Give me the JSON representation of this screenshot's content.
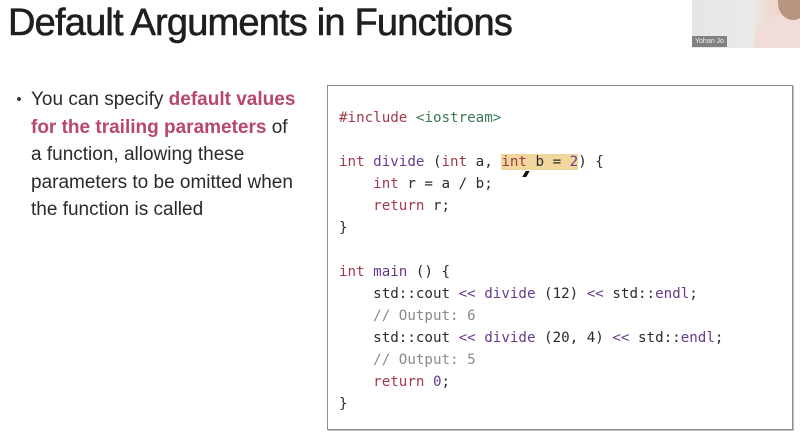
{
  "slide": {
    "title": "Default Arguments in Functions"
  },
  "webcam": {
    "participant_name": "Yohan Jo"
  },
  "bullet": {
    "marker": "•",
    "text_before": "You can specify ",
    "highlight": "default values for the trailing parameters",
    "text_after": " of a function, allowing these parameters to be omitted when the function is called"
  },
  "code": {
    "lines": [
      {
        "parts": [
          {
            "t": "#include",
            "c": "kw"
          },
          {
            "t": " "
          },
          {
            "t": "<iostream>",
            "c": "str"
          }
        ]
      },
      {
        "parts": [
          {
            "t": ""
          }
        ]
      },
      {
        "parts": [
          {
            "t": "int",
            "c": "kw"
          },
          {
            "t": " "
          },
          {
            "t": "divide",
            "c": "fn"
          },
          {
            "t": " ("
          },
          {
            "t": "int",
            "c": "kw"
          },
          {
            "t": " a, "
          },
          {
            "t": "int",
            "c": "kw",
            "mark": true
          },
          {
            "t": " b ",
            "mark": true,
            "cursor": true
          },
          {
            "t": "=",
            "mark": true
          },
          {
            "t": " ",
            "mark": true
          },
          {
            "t": "2",
            "c": "num",
            "mark": true
          },
          {
            "t": ") {"
          }
        ]
      },
      {
        "parts": [
          {
            "t": "    "
          },
          {
            "t": "int",
            "c": "kw"
          },
          {
            "t": " r = a / b;"
          }
        ]
      },
      {
        "parts": [
          {
            "t": "    "
          },
          {
            "t": "return",
            "c": "kw"
          },
          {
            "t": " r;"
          }
        ]
      },
      {
        "parts": [
          {
            "t": "}"
          }
        ]
      },
      {
        "parts": [
          {
            "t": ""
          }
        ]
      },
      {
        "parts": [
          {
            "t": "int",
            "c": "kw"
          },
          {
            "t": " "
          },
          {
            "t": "main",
            "c": "fn"
          },
          {
            "t": " () {"
          }
        ]
      },
      {
        "parts": [
          {
            "t": "    std::cout "
          },
          {
            "t": "<<",
            "c": "fn"
          },
          {
            "t": " "
          },
          {
            "t": "divide",
            "c": "fn"
          },
          {
            "t": " (12) "
          },
          {
            "t": "<<",
            "c": "fn"
          },
          {
            "t": " std::"
          },
          {
            "t": "endl",
            "c": "fn"
          },
          {
            "t": ";"
          }
        ]
      },
      {
        "parts": [
          {
            "t": "    "
          },
          {
            "t": "// Output: 6",
            "c": "cm"
          }
        ]
      },
      {
        "parts": [
          {
            "t": "    std::cout "
          },
          {
            "t": "<<",
            "c": "fn"
          },
          {
            "t": " "
          },
          {
            "t": "divide",
            "c": "fn"
          },
          {
            "t": " (20, 4) "
          },
          {
            "t": "<<",
            "c": "fn"
          },
          {
            "t": " std::"
          },
          {
            "t": "endl",
            "c": "fn"
          },
          {
            "t": ";"
          }
        ]
      },
      {
        "parts": [
          {
            "t": "    "
          },
          {
            "t": "// Output: 5",
            "c": "cm"
          }
        ]
      },
      {
        "parts": [
          {
            "t": "    "
          },
          {
            "t": "return",
            "c": "kw"
          },
          {
            "t": " "
          },
          {
            "t": "0",
            "c": "num"
          },
          {
            "t": ";"
          }
        ]
      },
      {
        "parts": [
          {
            "t": "}"
          }
        ]
      }
    ]
  },
  "colors": {
    "keyword": "#a23a4a",
    "function": "#6a3a8a",
    "string": "#3c7a4f",
    "comment": "#8a8a8a",
    "highlight_bg": "#f2d79c",
    "emphasis_text": "#b8476b"
  }
}
